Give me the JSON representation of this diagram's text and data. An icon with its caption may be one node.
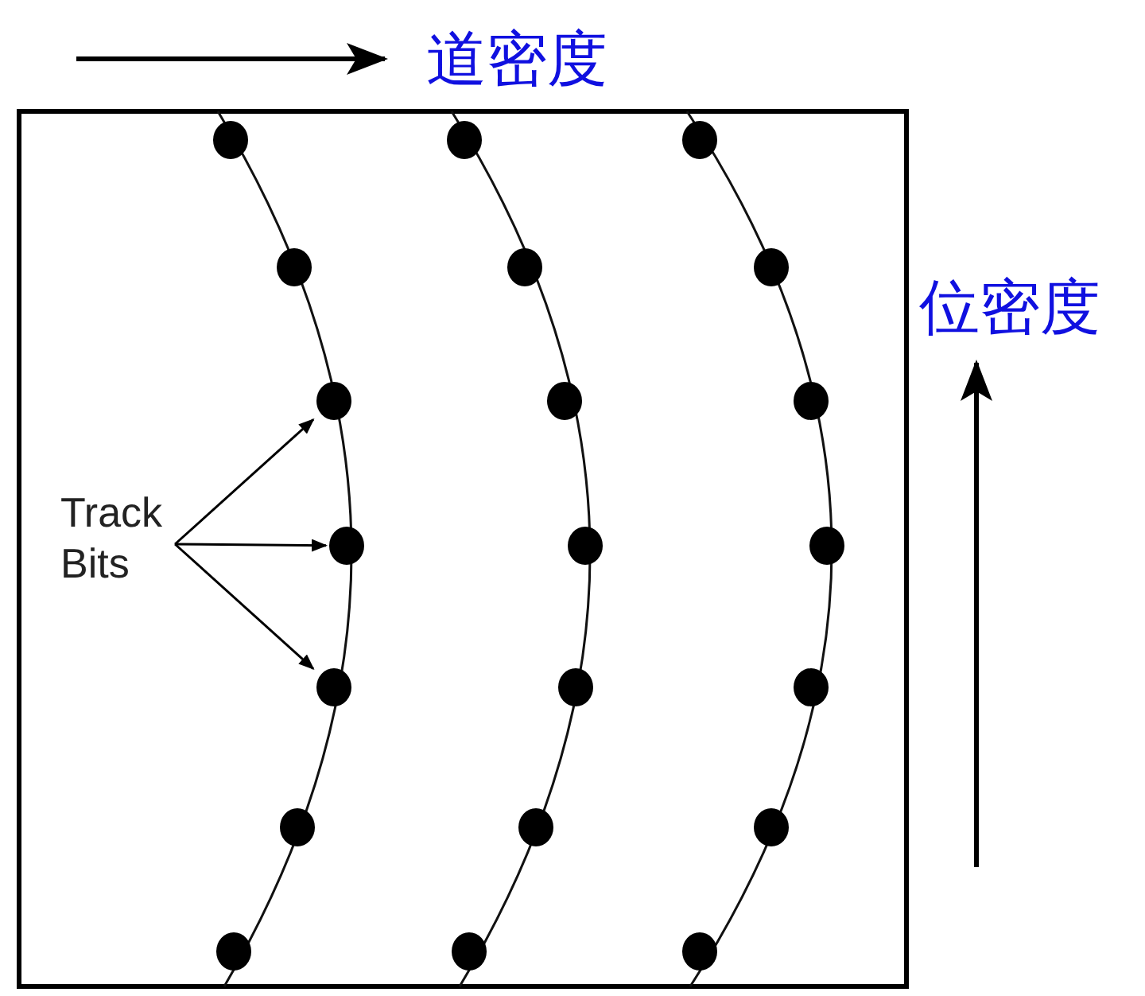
{
  "diagram": {
    "nodes": [
      {
        "text": [
          "Track Bits"
        ]
      },
      {
        "text": [],
        "shape": "circle"
      },
      {
        "text": [],
        "shape": "circle"
      },
      {
        "text": [],
        "shape": "circle"
      },
      {
        "text": [],
        "shape": "circle"
      },
      {
        "text": [],
        "shape": "circle"
      },
      {
        "text": [],
        "shape": "circle"
      },
      {
        "text": [],
        "shape": "circle"
      },
      {
        "text": [],
        "shape": "circle"
      },
      {
        "text": [],
        "shape": "circle"
      },
      {
        "text": [],
        "shape": "circle"
      },
      {
        "text": [],
        "shape": "circle"
      },
      {
        "text": [],
        "shape": "circle"
      },
      {
        "text": [],
        "shape": "circle"
      },
      {
        "text": [],
        "shape": "circle"
      },
      {
        "text": [],
        "shape": "circle"
      },
      {
        "text": [],
        "shape": "circle"
      },
      {
        "text": [],
        "shape": "circle"
      },
      {
        "text": [],
        "shape": "circle"
      },
      {
        "text": [],
        "shape": "circle"
      },
      {
        "text": [],
        "shape": "circle"
      },
      {
        "text": [],
        "shape": "circle"
      }
    ],
    "edges": [
      {
        "from": 0,
        "to": 3,
        "arrow": "to"
      },
      {
        "from": 0,
        "to": 4,
        "arrow": "to"
      },
      {
        "from": 0,
        "to": 5,
        "arrow": "to"
      }
    ],
    "labels": [
      "道密度",
      "位密度"
    ]
  }
}
